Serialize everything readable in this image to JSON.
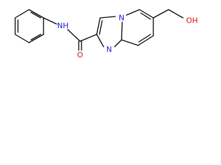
{
  "molecule": {
    "atoms": [
      {
        "label": "N",
        "sub": "H",
        "color": "#1b1bd6"
      },
      {
        "label": "O",
        "color": "#e01010"
      },
      {
        "label": "N",
        "color": "#1b1bd6"
      },
      {
        "label": "N",
        "color": "#1b1bd6"
      },
      {
        "label": "OH",
        "color": "#e01010"
      }
    ]
  }
}
